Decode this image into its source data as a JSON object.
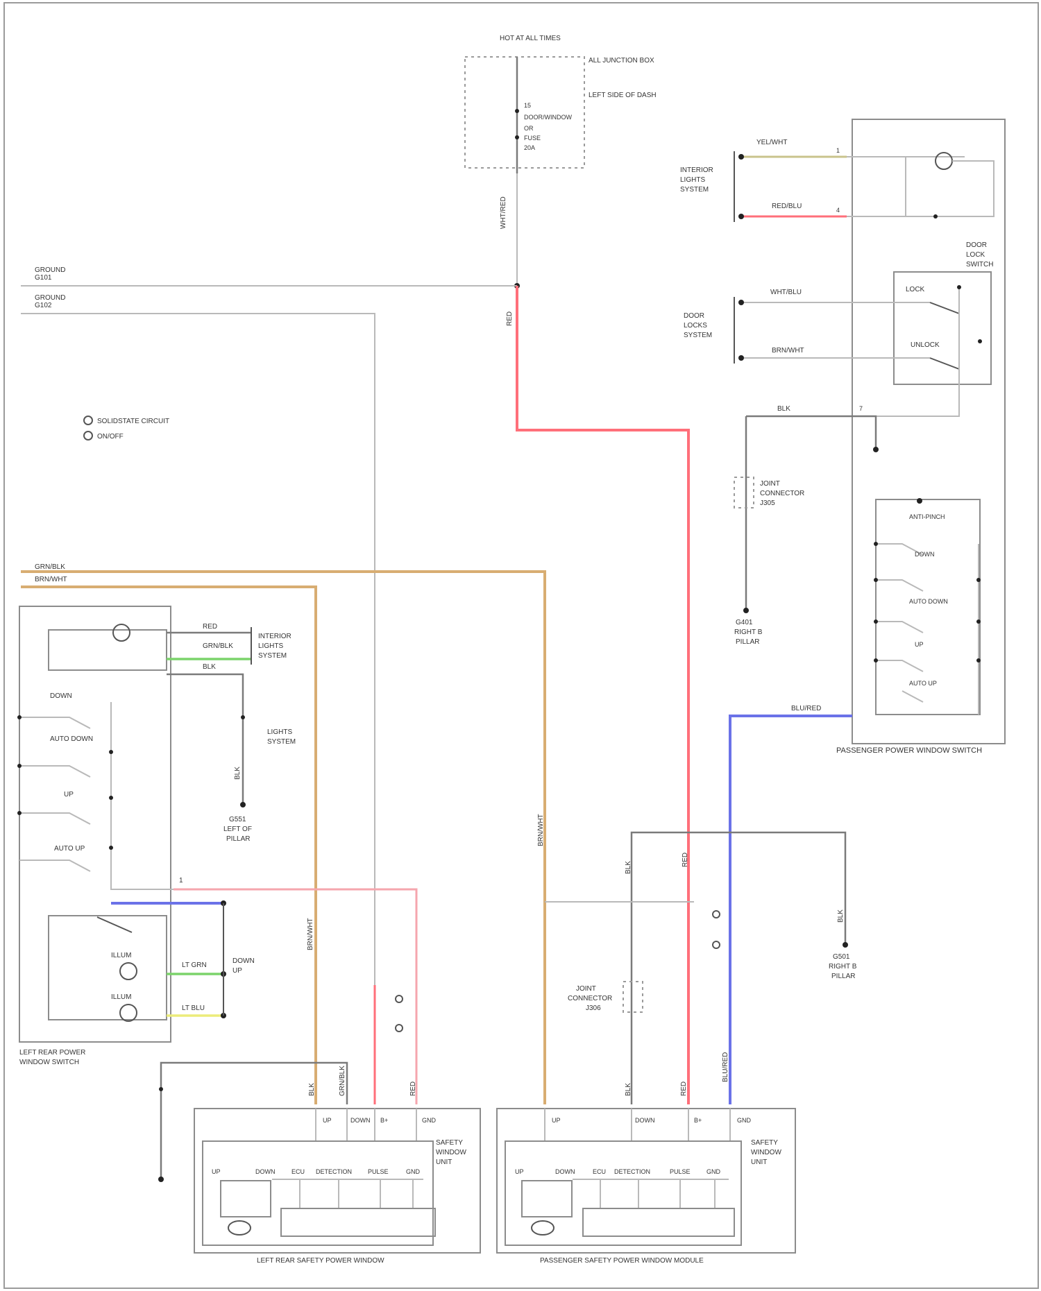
{
  "diagram": {
    "frame_caption": "",
    "fuse_box": {
      "hot_label": "HOT AT ALL TIMES",
      "title": "ALL JUNCTION BOX",
      "subtitle": "LEFT SIDE OF DASH",
      "fuse_lines": [
        "15",
        "DOOR/WINDOW",
        "OR",
        "FUSE",
        "20A"
      ],
      "wire_out": "WHT/RED"
    },
    "red_wire_label": "RED",
    "left_feeds": {
      "top": [
        "GROUND",
        "G101"
      ],
      "bottom": [
        "GROUND",
        "G102"
      ]
    },
    "legend": [
      "SOLIDSTATE CIRCUIT",
      "ON/OFF"
    ],
    "tan_feed_labels": [
      "GRN/BLK",
      "BRN/WHT"
    ],
    "passenger_switch": {
      "title": "PASSENGER POWER WINDOW SWITCH",
      "illum_labels": [
        "YEL/WHT",
        "RED/BLU"
      ],
      "illum_group": [
        "INTERIOR",
        "LIGHTS",
        "SYSTEM"
      ],
      "pin_labels": [
        "1",
        "4",
        "7"
      ],
      "lock_switch_title": [
        "DOOR",
        "LOCK",
        "SWITCH"
      ],
      "lock_positions": [
        "LOCK",
        "UNLOCK"
      ],
      "lock_group": [
        "DOOR",
        "LOCKS",
        "SYSTEM"
      ],
      "lock_wires": [
        "WHT/BLU",
        "BRN/WHT"
      ],
      "blk_label": "BLK",
      "joint": [
        "JOINT",
        "CONNECTOR",
        "J305"
      ],
      "ground": [
        "G401",
        "RIGHT B",
        "PILLAR"
      ],
      "window_positions": [
        "ANTI-PINCH",
        "DOWN",
        "AUTO DOWN",
        "UP",
        "AUTO UP"
      ],
      "blu_wire": "BLU/RED"
    },
    "left_rear_switch": {
      "title": [
        "LEFT REAR POWER",
        "WINDOW SWITCH"
      ],
      "illum_wires": [
        "RED",
        "GRN/BLK",
        "BLK"
      ],
      "illum_group": [
        "INTERIOR",
        "LIGHTS",
        "SYSTEM"
      ],
      "positions": [
        "DOWN",
        "AUTO DOWN",
        "UP",
        "AUTO UP"
      ],
      "ground_wire": "BLK",
      "ground": [
        "G551",
        "LEFT OF",
        "PILLAR"
      ],
      "light_group": [
        "LIGHTS",
        "SYSTEM"
      ],
      "bottom_wires": [
        "LT GRN",
        "LT BLU"
      ],
      "pin_label": "1",
      "motor_labels": [
        "DOWN",
        "UP"
      ],
      "bulbs": [
        "ILLUM",
        "ILLUM"
      ]
    },
    "right_branch": {
      "wire_labels": [
        "BLK",
        "RED",
        "BLK"
      ],
      "ground": [
        "G501",
        "RIGHT B",
        "PILLAR"
      ],
      "joint": [
        "JOINT",
        "CONNECTOR",
        "J306"
      ]
    },
    "left_unit": {
      "title": "LEFT REAR SAFETY POWER WINDOW",
      "module": [
        "SAFETY",
        "WINDOW",
        "UNIT"
      ],
      "terminals": [
        "UP",
        "DOWN",
        "B+",
        "GND"
      ],
      "inner": [
        "UP",
        "DOWN",
        "ECU",
        "DETECTION",
        "PULSE",
        "GND"
      ],
      "wire_tags": [
        "BRN/WHT",
        "GRN/BLK",
        "BLK",
        "RED"
      ]
    },
    "right_unit": {
      "title": "PASSENGER SAFETY POWER WINDOW MODULE",
      "module": [
        "SAFETY",
        "WINDOW",
        "UNIT"
      ],
      "terminals": [
        "UP",
        "DOWN",
        "B+",
        "GND"
      ],
      "inner": [
        "UP",
        "DOWN",
        "ECU",
        "DETECTION",
        "PULSE",
        "GND"
      ],
      "wire_tags": [
        "BRN/WHT",
        "BLK",
        "RED",
        "BLU/RED"
      ]
    }
  }
}
